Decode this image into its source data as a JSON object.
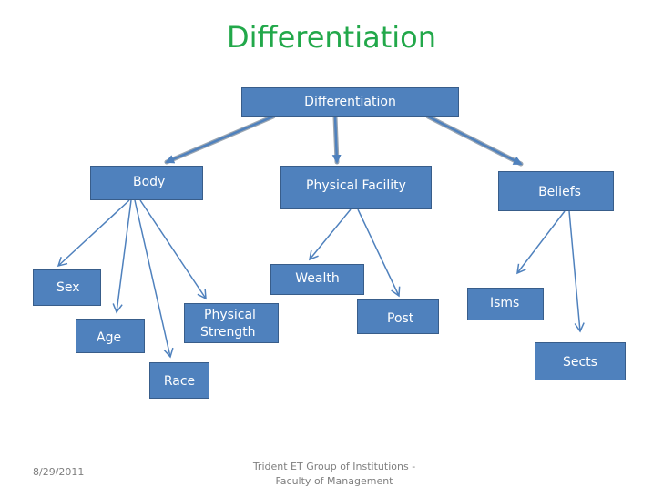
{
  "slide": {
    "title": "Differentiation",
    "footer_date": "8/29/2011",
    "footer_line1": "Trident ET Group of Institutions -",
    "footer_line2": "Faculty of Management"
  },
  "diagram": {
    "root": "Differentiation",
    "body": "Body",
    "physical_facility": "Physical Facility",
    "beliefs": "Beliefs",
    "sex": "Sex",
    "age": "Age",
    "race": "Race",
    "physical_strength_line1": "Physical",
    "physical_strength_line2": "Strength",
    "wealth": "Wealth",
    "post": "Post",
    "isms": "Isms",
    "sects": "Sects"
  },
  "colors": {
    "title": "#22a84a",
    "box_fill": "#4f81bd",
    "box_border": "#385d8a",
    "connector": "#4f81bd"
  }
}
